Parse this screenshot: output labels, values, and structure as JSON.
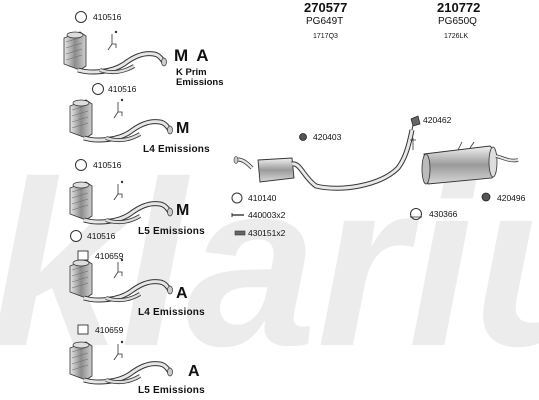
{
  "header": [
    {
      "number": "270577",
      "model": "PG649T",
      "ref": "1717Q3"
    },
    {
      "number": "210772",
      "model": "PG650Q",
      "ref": "1726LK"
    }
  ],
  "watermark": "klarius",
  "left_column": {
    "row1_part": "410516",
    "row1_badge": "M A",
    "row1_label_line1": "K Prim",
    "row1_label_line2": "Emissions",
    "row2_part": "410516",
    "row2_label": "L4 Emissions",
    "row3_part": "410516",
    "row3_label": "L5 Emissions",
    "row4_part_a": "410516",
    "row4_part_b": "410659",
    "row4_label": "L4 Emissions",
    "row5_part": "410659",
    "row5_label": "L5 Emissions"
  },
  "parts": {
    "p420403": "420403",
    "p420462": "420462",
    "p420496": "420496",
    "p430366": "430366",
    "p410140": "410140",
    "p440003": "440003x2",
    "p430151": "430151x2"
  }
}
